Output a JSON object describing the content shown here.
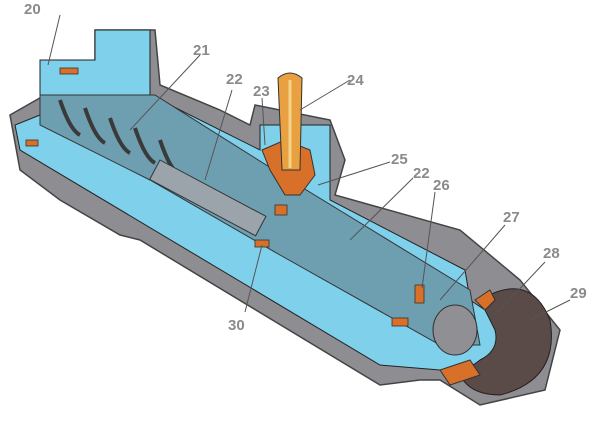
{
  "diagram": {
    "callouts": [
      {
        "id": "c20",
        "text": "20"
      },
      {
        "id": "c21",
        "text": "21"
      },
      {
        "id": "c22a",
        "text": "22"
      },
      {
        "id": "c23",
        "text": "23"
      },
      {
        "id": "c24",
        "text": "24"
      },
      {
        "id": "c25",
        "text": "25"
      },
      {
        "id": "c22b",
        "text": "22"
      },
      {
        "id": "c26",
        "text": "26"
      },
      {
        "id": "c27",
        "text": "27"
      },
      {
        "id": "c28",
        "text": "28"
      },
      {
        "id": "c29",
        "text": "29"
      },
      {
        "id": "c30",
        "text": "30"
      }
    ],
    "colors": {
      "section": "#7fd0ea",
      "body": "#8e8e92",
      "seal": "#d8702a",
      "brass": "#e8a040",
      "cap": "#5a4a48"
    }
  }
}
